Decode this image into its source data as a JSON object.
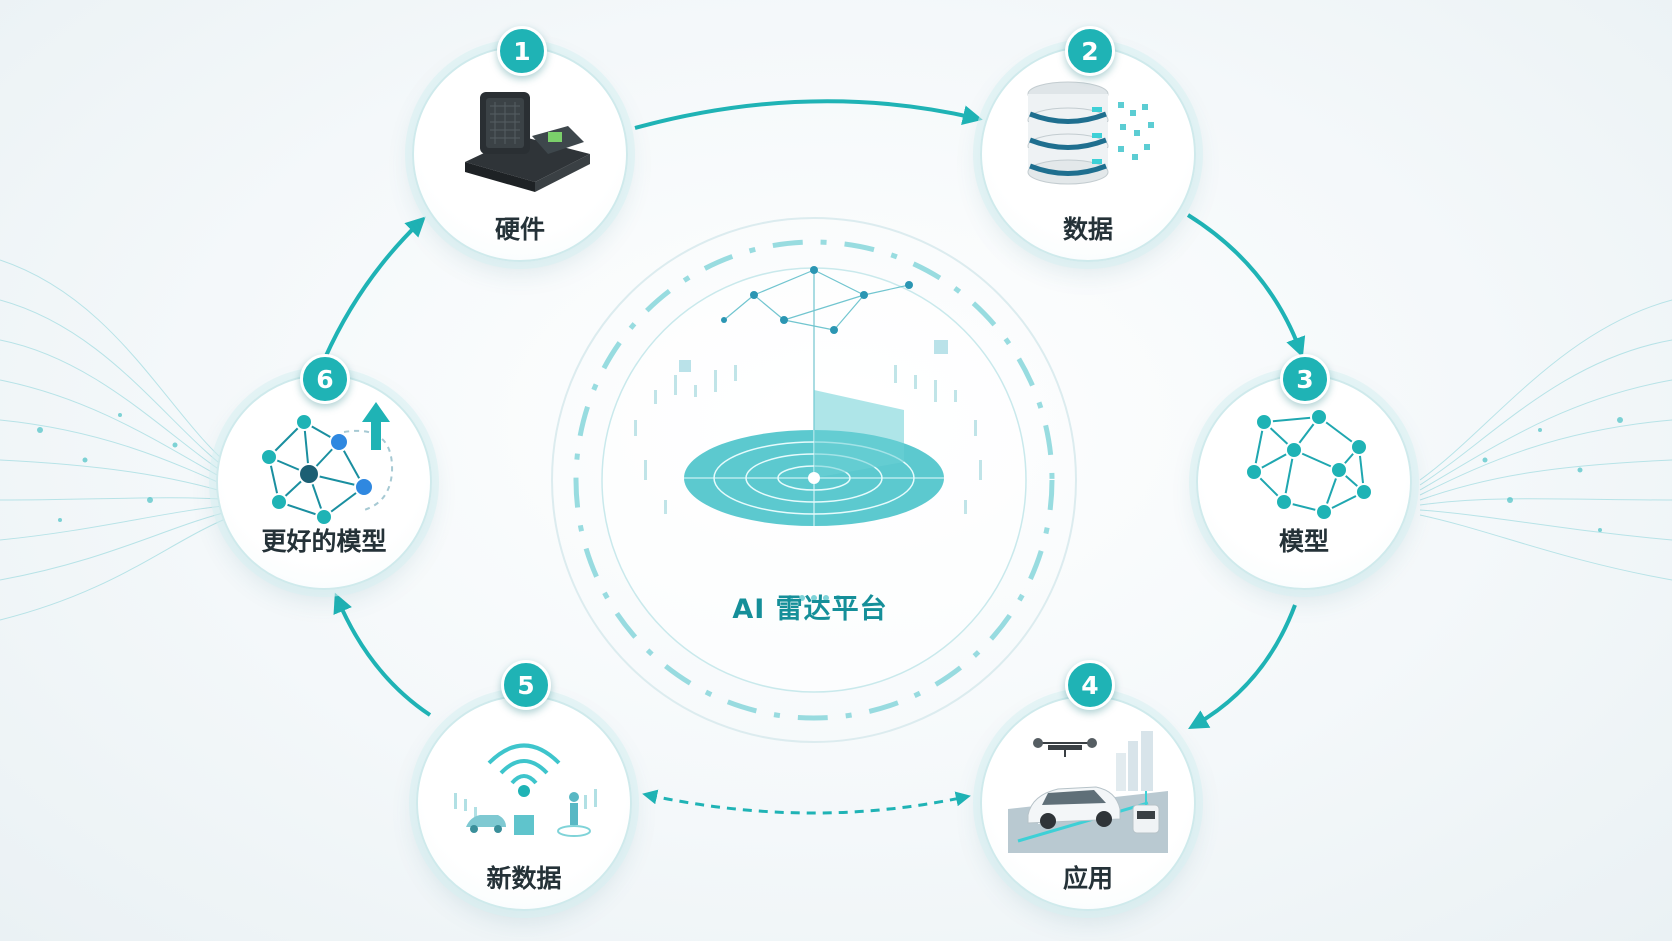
{
  "center": {
    "label": "AI 雷达平台"
  },
  "nodes": [
    {
      "number": "1",
      "label": "硬件",
      "icon": "hardware-sensor-icon"
    },
    {
      "number": "2",
      "label": "数据",
      "icon": "database-icon"
    },
    {
      "number": "3",
      "label": "模型",
      "icon": "neural-network-icon"
    },
    {
      "number": "4",
      "label": "应用",
      "icon": "autonomous-vehicles-icon"
    },
    {
      "number": "5",
      "label": "新数据",
      "icon": "wireless-data-icon"
    },
    {
      "number": "6",
      "label": "更好的模型",
      "icon": "improved-network-icon"
    }
  ],
  "colors": {
    "accent": "#1fb3b5",
    "accent_dark": "#158f99",
    "text": "#253238",
    "light": "#cfeaec"
  }
}
